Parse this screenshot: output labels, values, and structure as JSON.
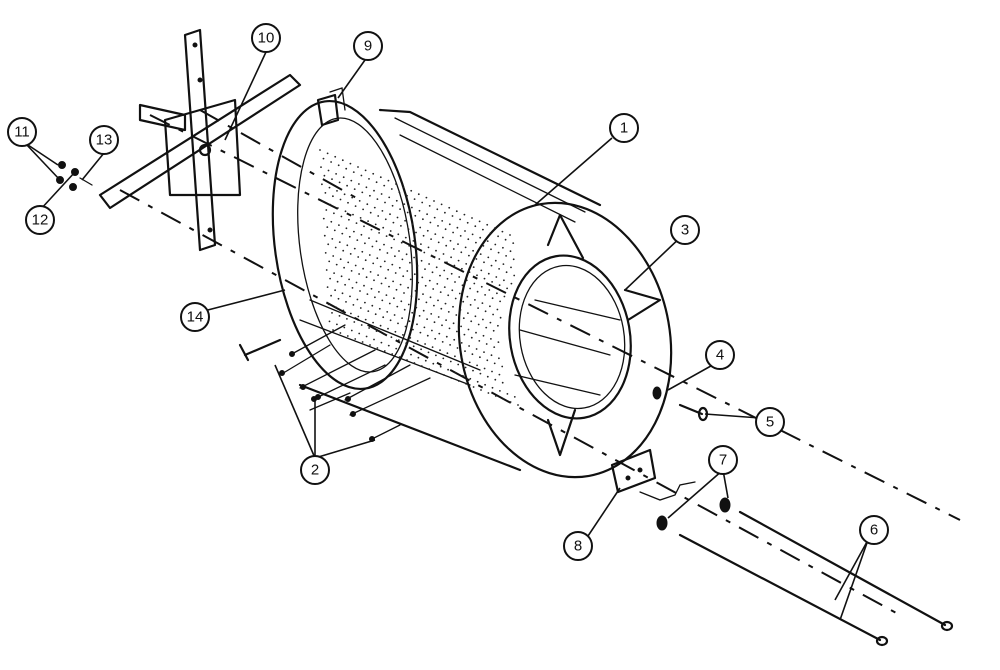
{
  "callouts": [
    {
      "id": "1",
      "label": "1"
    },
    {
      "id": "2",
      "label": "2"
    },
    {
      "id": "3",
      "label": "3"
    },
    {
      "id": "4",
      "label": "4"
    },
    {
      "id": "5",
      "label": "5"
    },
    {
      "id": "6",
      "label": "6"
    },
    {
      "id": "7",
      "label": "7"
    },
    {
      "id": "8",
      "label": "8"
    },
    {
      "id": "9",
      "label": "9"
    },
    {
      "id": "10",
      "label": "10"
    },
    {
      "id": "11",
      "label": "11"
    },
    {
      "id": "12",
      "label": "12"
    },
    {
      "id": "13",
      "label": "13"
    },
    {
      "id": "14",
      "label": "14"
    }
  ],
  "colors": {
    "ink": "#111111",
    "paper": "#ffffff"
  }
}
